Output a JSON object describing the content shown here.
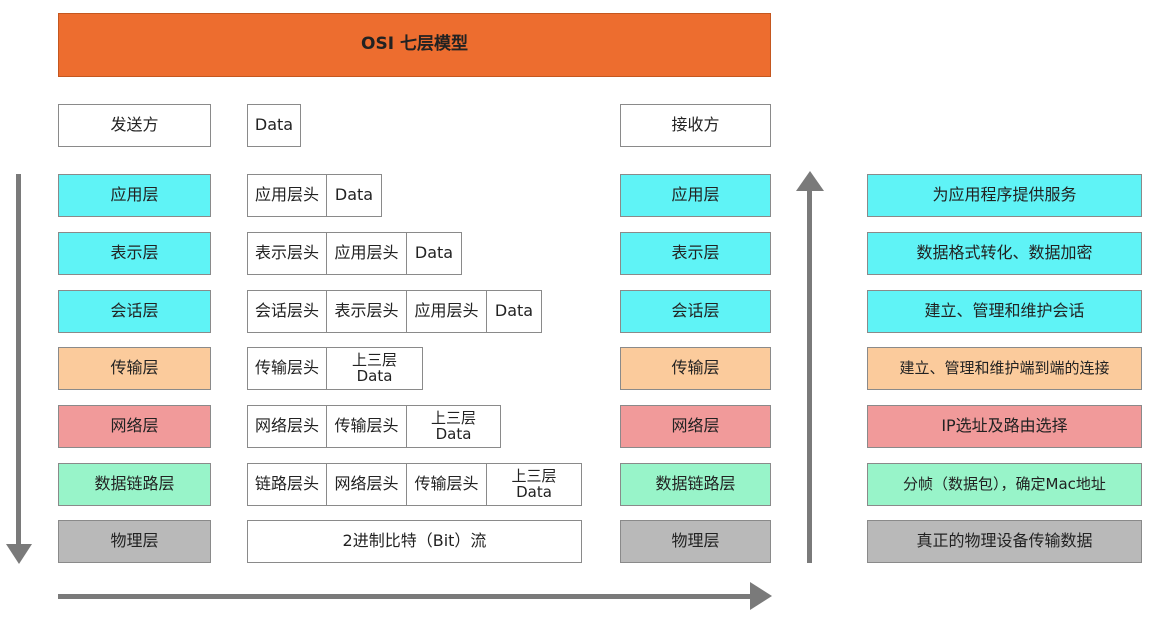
{
  "title": "OSI 七层模型",
  "header": {
    "sender": "发送方",
    "data": "Data",
    "receiver": "接收方"
  },
  "layers": [
    {
      "name": "应用层",
      "desc": "为应用程序提供服务"
    },
    {
      "name": "表示层",
      "desc": "数据格式转化、数据加密"
    },
    {
      "name": "会话层",
      "desc": "建立、管理和维护会话"
    },
    {
      "name": "传输层",
      "desc": "建立、管理和维护端到端的连接"
    },
    {
      "name": "网络层",
      "desc": "IP选址及路由选择"
    },
    {
      "name": "数据链路层",
      "desc": "分帧（数据包），确定Mac地址"
    },
    {
      "name": "物理层",
      "desc": "真正的物理设备传输数据"
    }
  ],
  "packets": {
    "app_header": "应用层头",
    "pres_header": "表示层头",
    "sess_header": "会话层头",
    "trans_header": "传输层头",
    "net_header": "网络层头",
    "link_header": "链路层头",
    "data": "Data",
    "upper": "上三层",
    "bits": "2进制比特（Bit）流"
  },
  "colors": {
    "title": "#ed6d2f",
    "upper_layers": "#5ff3f6",
    "transport": "#fbcb9c",
    "network": "#f19a9a",
    "datalink": "#98f4c9",
    "physical": "#b9b9b9",
    "arrow": "#7a7a7a"
  },
  "icons": {
    "down": "arrow-down-icon",
    "up": "arrow-up-icon",
    "right": "arrow-right-icon"
  }
}
